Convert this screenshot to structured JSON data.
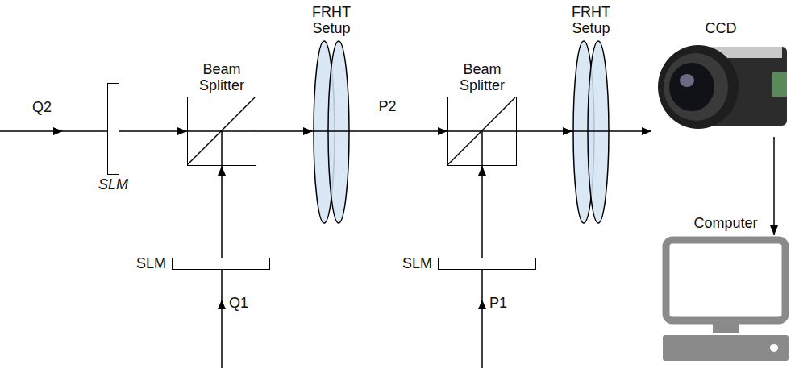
{
  "diagram": {
    "nodes": [
      {
        "text": [
          "SLM"
        ]
      },
      {
        "text": [
          "Beam Splitter"
        ]
      },
      {
        "text": [
          "SLM"
        ]
      },
      {
        "text": [
          "FRHT Setup"
        ]
      },
      {
        "text": [
          "Beam Splitter"
        ]
      },
      {
        "text": [
          "SLM"
        ]
      },
      {
        "text": [
          "FRHT Setup"
        ]
      },
      {
        "text": [
          "CCD"
        ]
      },
      {
        "text": [
          "Computer"
        ]
      }
    ],
    "edges": [
      {
        "from": 0,
        "to": 1,
        "arrow": "to"
      },
      {
        "from": 2,
        "to": 1,
        "arrow": "to"
      },
      {
        "from": 1,
        "to": 3,
        "arrow": "to"
      },
      {
        "from": 3,
        "to": 4,
        "label": "P2",
        "arrow": "to"
      },
      {
        "from": 5,
        "to": 4,
        "arrow": "to"
      },
      {
        "from": 4,
        "to": 6,
        "arrow": "to"
      },
      {
        "from": 6,
        "to": 7,
        "arrow": "to"
      },
      {
        "from": 7,
        "to": 8,
        "arrow": "to"
      }
    ],
    "labels": [
      "Q2",
      "Q1",
      "P1"
    ]
  }
}
